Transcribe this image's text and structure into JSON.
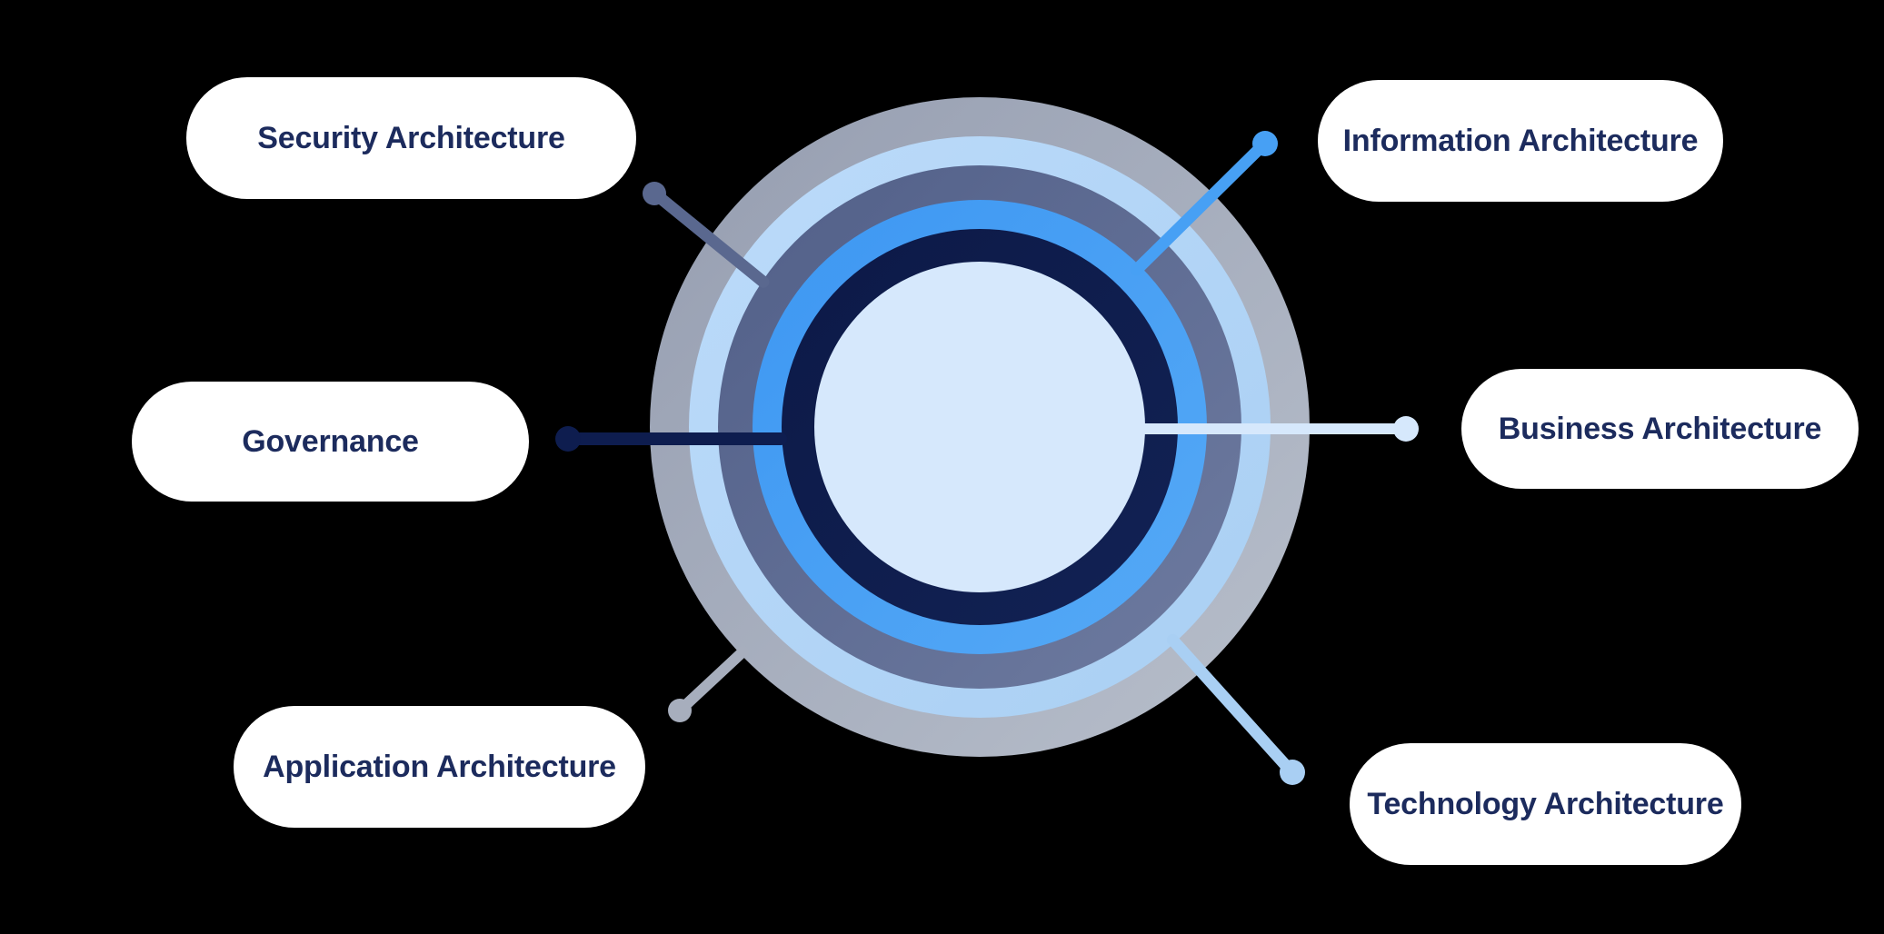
{
  "background": "#000000",
  "pill_style": {
    "background": "#ffffff",
    "text_color": "#1c2b5d"
  },
  "rings": [
    {
      "name": "outer-ring",
      "color": "#a6adbc"
    },
    {
      "name": "ring-2",
      "color": "#b3d5f7"
    },
    {
      "name": "ring-3",
      "color": "#5d6b92"
    },
    {
      "name": "ring-4",
      "color": "#47a0f4"
    },
    {
      "name": "ring-5",
      "color": "#0e1d4f"
    },
    {
      "name": "core-circle",
      "color": "#d6e8fc"
    }
  ],
  "nodes": [
    {
      "label": "Security Architecture",
      "connector_color": "#5a688f",
      "position": "top-left"
    },
    {
      "label": "Information Architecture",
      "connector_color": "#47a0f4",
      "position": "top-right"
    },
    {
      "label": "Governance",
      "connector_color": "#0e1d4f",
      "position": "middle-left"
    },
    {
      "label": "Business Architecture",
      "connector_color": "#d6e8fc",
      "position": "middle-right"
    },
    {
      "label": "Application Architecture",
      "connector_color": "#a7aebd",
      "position": "bottom-left"
    },
    {
      "label": "Technology Architecture",
      "connector_color": "#a9cff3",
      "position": "bottom-right"
    }
  ]
}
